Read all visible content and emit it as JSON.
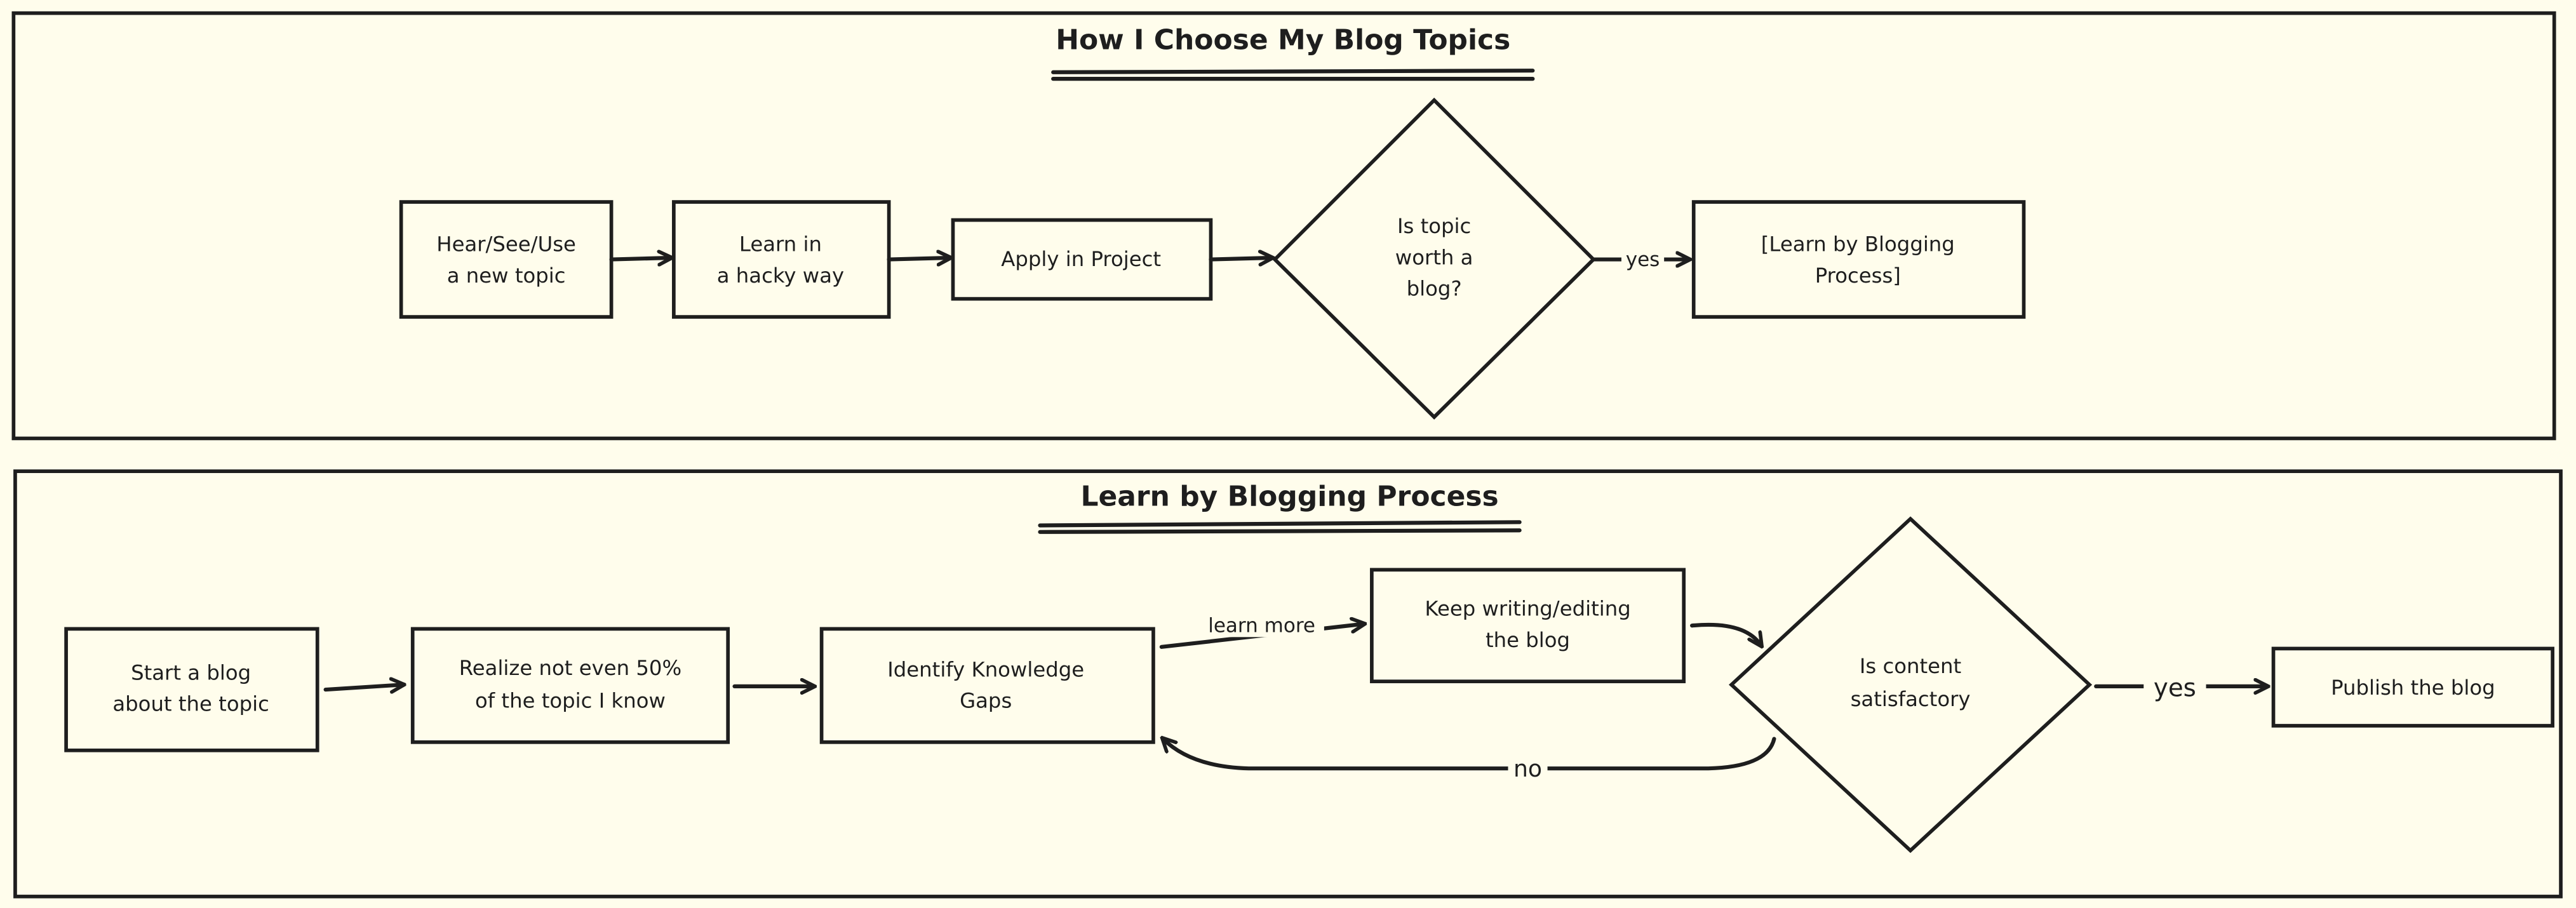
{
  "colors": {
    "background": "#fffdec",
    "stroke": "#1e1e1e"
  },
  "flow1": {
    "title": "How I Choose My Blog Topics",
    "nodes": {
      "hear": [
        "Hear/See/Use",
        "a new topic"
      ],
      "learn": [
        "Learn in",
        "a hacky way"
      ],
      "apply": [
        "Apply in Project"
      ],
      "decision": [
        "Is topic",
        "worth a",
        "blog?"
      ],
      "process": [
        "[Learn by Blogging",
        "Process]"
      ]
    },
    "edges": {
      "yes": "yes"
    }
  },
  "flow2": {
    "title": "Learn by Blogging Process",
    "nodes": {
      "start": [
        "Start a blog",
        "about the topic"
      ],
      "realize": [
        "Realize not even 50%",
        "of the topic I know"
      ],
      "identify": [
        "Identify Knowledge",
        "Gaps"
      ],
      "keep": [
        "Keep writing/editing",
        "the blog"
      ],
      "decision": [
        "Is content",
        "satisfactory"
      ],
      "publish": [
        "Publish the blog"
      ]
    },
    "edges": {
      "learn_more": "learn more",
      "yes": "yes",
      "no": "no"
    }
  }
}
